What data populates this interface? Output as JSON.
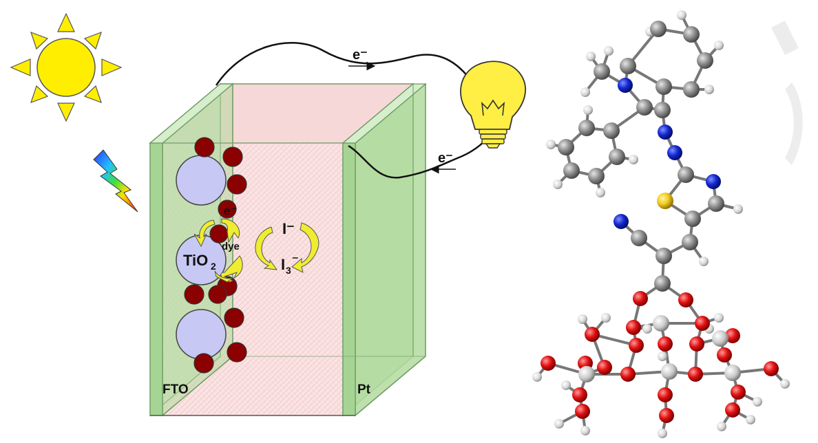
{
  "labels": {
    "electron_top": "e⁻",
    "electron_bottom": "e⁻",
    "electron_dye": "e⁻",
    "dye": "dye",
    "tio2_main": "TiO",
    "tio2_sub": "2",
    "iodide": "I⁻",
    "triiodide_main": "I",
    "triiodide_sub": "3",
    "triiodide_sup": "⁻",
    "fto": "FTO",
    "pt": "Pt"
  },
  "icons": {
    "sun": "sun-icon",
    "light": "lightning-icon",
    "bulb": "light-bulb-icon",
    "molecule": "dye-molecule-model"
  },
  "colors": {
    "sun": "#ffee00",
    "glass": "#b8e0a8",
    "electrolyte": "#f8dada",
    "tio2": "#c8c8f4",
    "dye": "#8b0000",
    "arrow": "#f0ec30",
    "carbon": "#8a8a8a",
    "nitrogen": "#1020d0",
    "sulfur": "#f0d020",
    "oxygen": "#e01010",
    "hydrogen": "#e8e8e8"
  }
}
